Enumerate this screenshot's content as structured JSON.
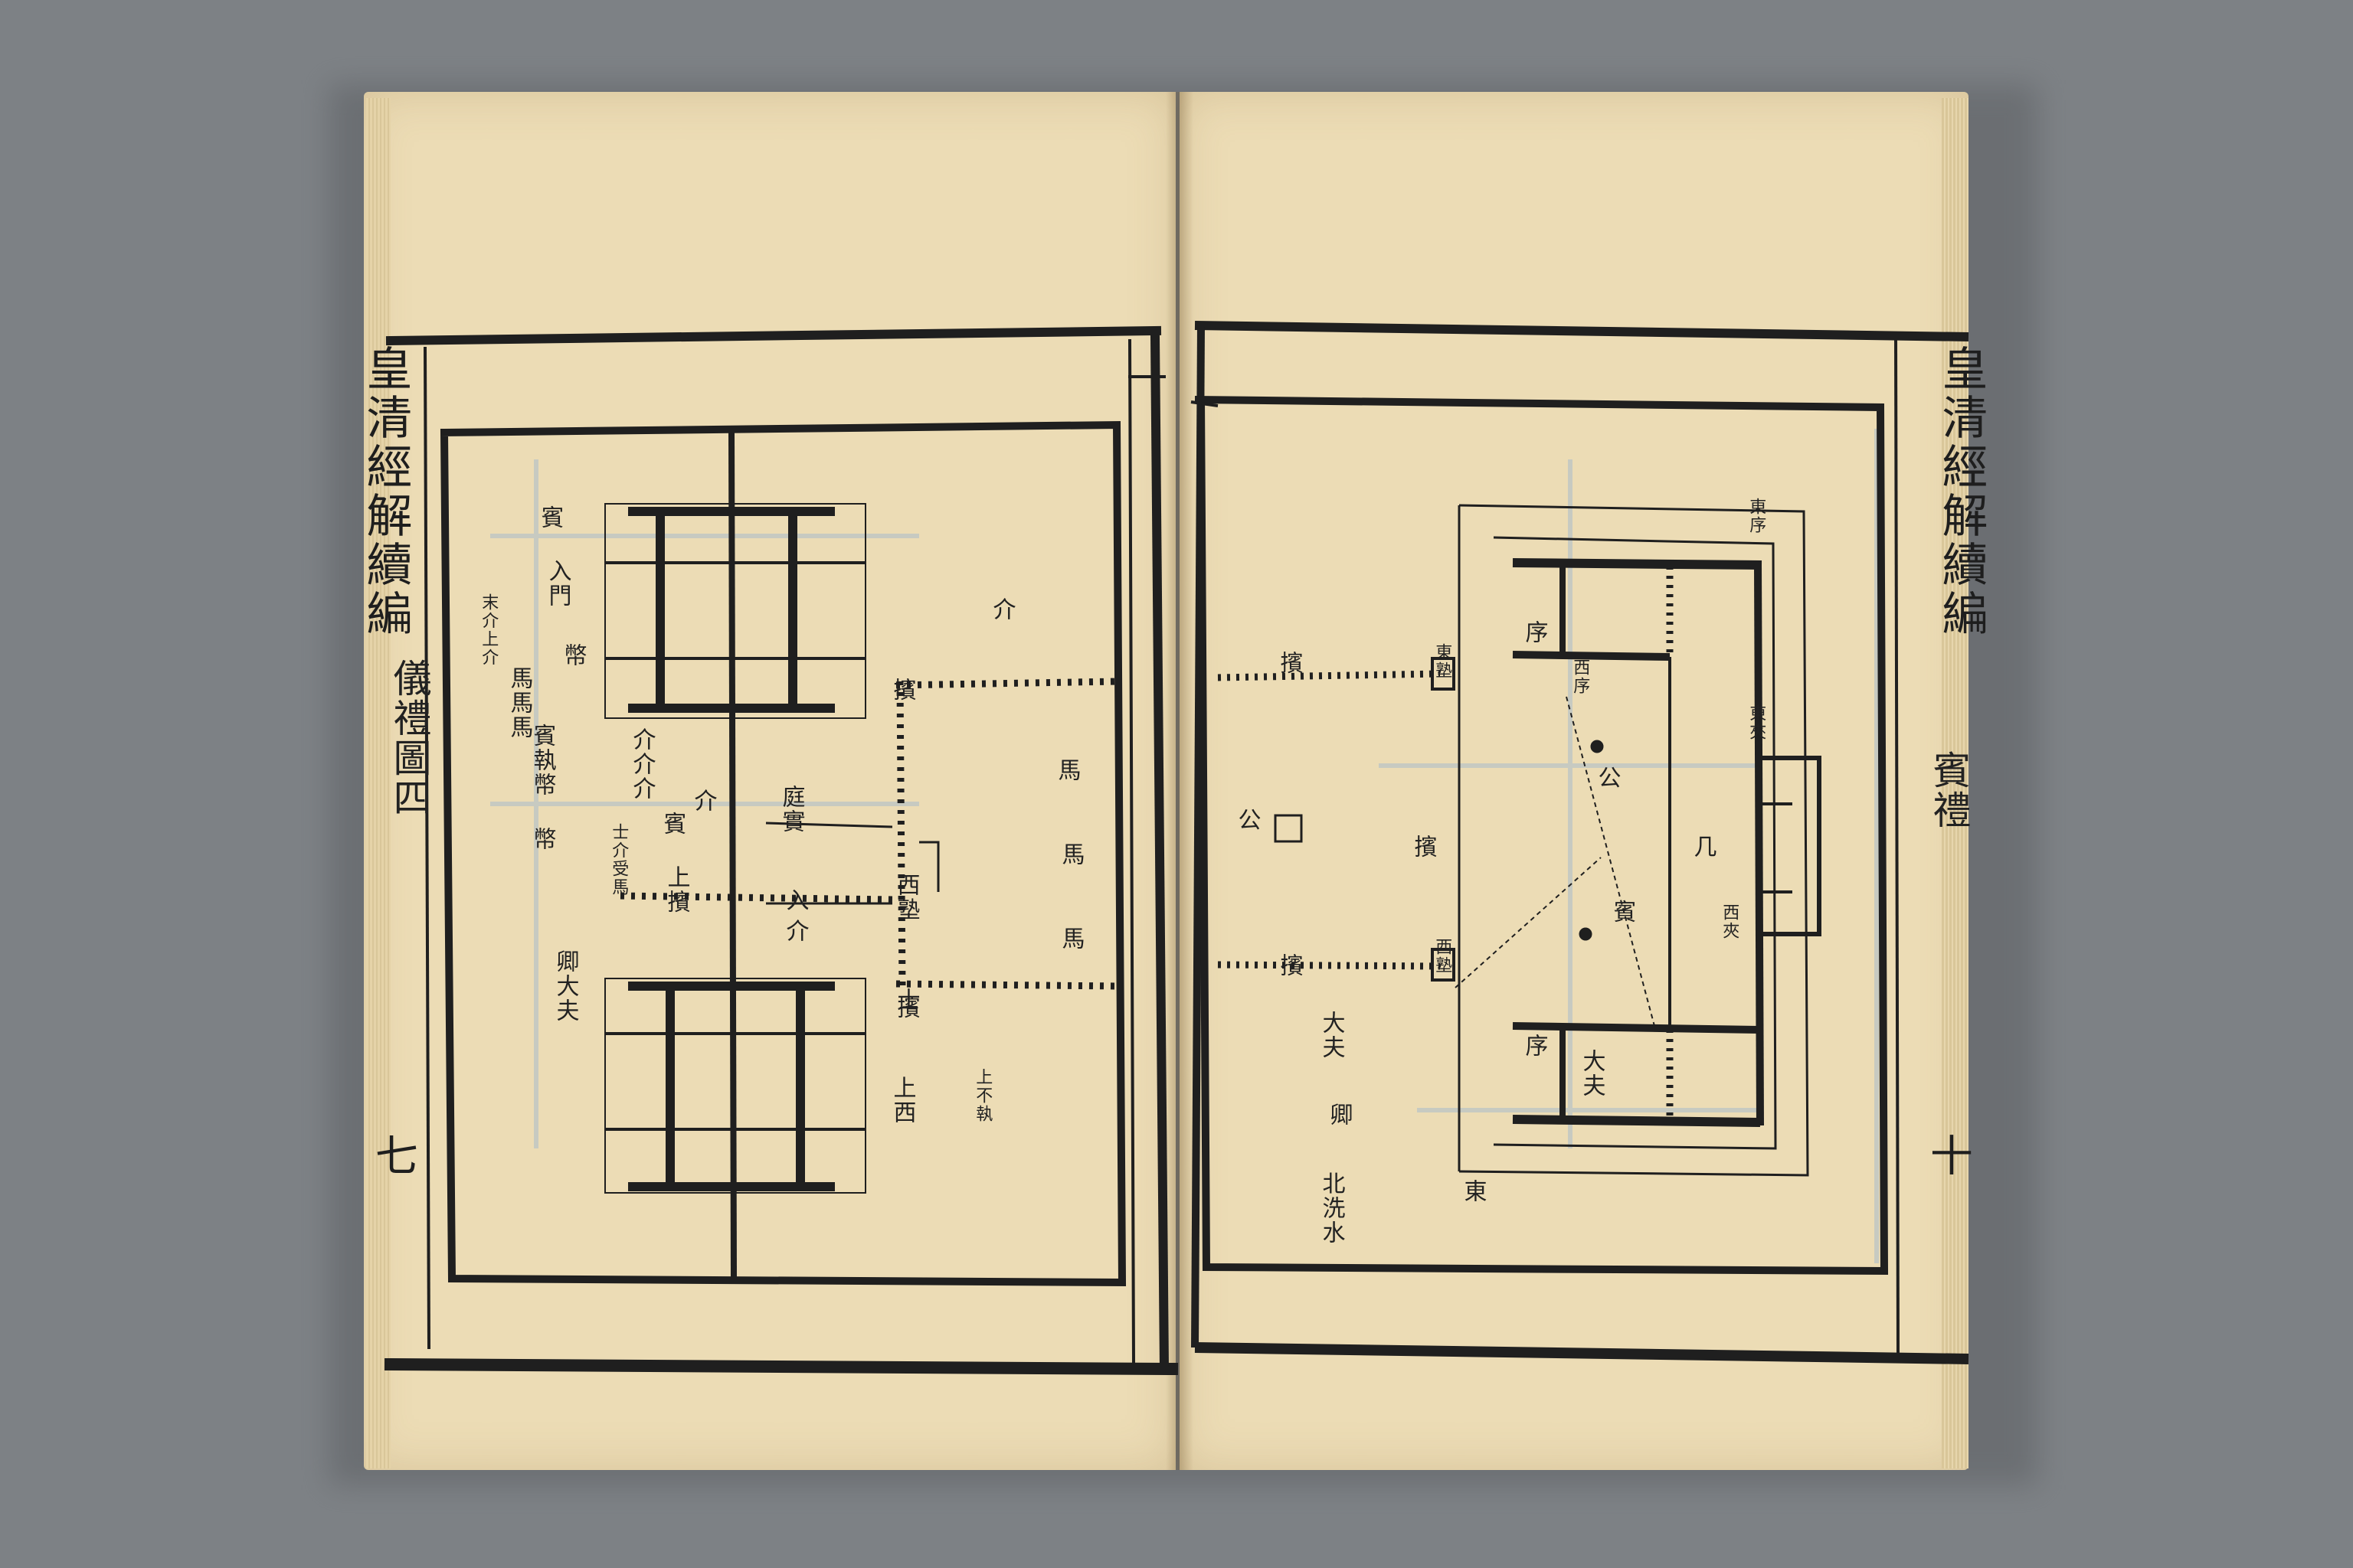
{
  "book": {
    "left_page": {
      "margin_title": "皇清經解續編",
      "chapter_heading": "儀禮圖四",
      "folio": "七",
      "labels": {
        "l1": "賓",
        "l2": "入門",
        "l3": "末介上介",
        "l4": "馬馬馬",
        "l5": "幣",
        "l6": "賓執幣",
        "l7": "介介介",
        "l8": "士介受馬",
        "l9": "幣",
        "l10": "賓",
        "l11": "上擯",
        "l12": "介",
        "l13": "卿大夫",
        "l14": "擯",
        "l15": "西塾",
        "l16": "士",
        "l17": "上西",
        "l18": "庭實",
        "l19": "馬",
        "l20": "馬",
        "l21": "馬",
        "l22": "入",
        "l23": "介",
        "l24": "上不執",
        "l25": "介",
        "l26": "擯"
      }
    },
    "right_page": {
      "margin_title": "皇清經解續編",
      "chapter_heading": "賓禮",
      "folio": "十",
      "labels": {
        "r1": "擯",
        "r2": "公",
        "r3": "擯",
        "r4": "擯",
        "r5": "大夫",
        "r6": "卿",
        "r7": "東序",
        "r8": "西序",
        "r9": "几",
        "r10": "賓",
        "r11": "東",
        "r12": "北洗水",
        "r13": "東塾",
        "r14": "西塾",
        "r15": "序",
        "r16": "序",
        "r17": "東夾",
        "r18": "西夾",
        "r19": "公",
        "r20": "大夫"
      }
    }
  },
  "colors": {
    "paper": "#ecdcb5",
    "ink": "#1f1f1f",
    "ghost_ink": "#9fb4c6",
    "background": "#7d8185"
  }
}
